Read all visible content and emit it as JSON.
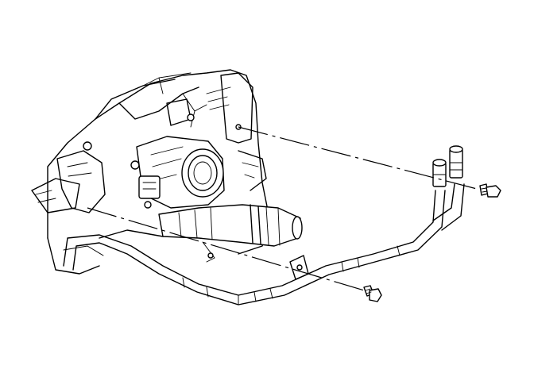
{
  "diagram": {
    "kind": "exploded-view line drawing",
    "parts": [
      {
        "id": "engine-block-assembly"
      },
      {
        "id": "throttle-body"
      },
      {
        "id": "air-intake-duct"
      },
      {
        "id": "tube-assembly"
      },
      {
        "id": "tube-connector-fittings"
      },
      {
        "id": "bracket-bolt-upper"
      },
      {
        "id": "bracket-bolt-lower"
      }
    ],
    "leader_lines": [
      {
        "id": "upper-bolt-leader",
        "from": "bracket-bolt-upper",
        "to": "engine-block-assembly"
      },
      {
        "id": "lower-bolt-leader",
        "from": "bracket-bolt-lower",
        "to": "engine-block-assembly"
      }
    ],
    "colors": {
      "line": "#000000",
      "background": "#ffffff"
    }
  }
}
